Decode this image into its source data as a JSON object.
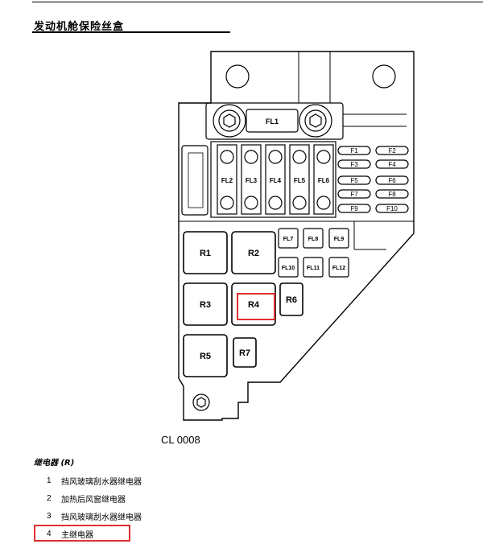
{
  "section_title": "发动机舱保险丝盒",
  "caption": "CL 0008",
  "legend_heading": "继电器 (R)",
  "fuses": {
    "FL1": "FL1",
    "FL2": "FL2",
    "FL3": "FL3",
    "FL4": "FL4",
    "FL5": "FL5",
    "FL6": "FL6",
    "FL7": "FL7",
    "FL8": "FL8",
    "FL9": "FL9",
    "FL10": "FL10",
    "FL11": "FL11",
    "FL12": "FL12",
    "F1": "F1",
    "F2": "F2",
    "F3": "F3",
    "F4": "F4",
    "F5": "F5",
    "F6": "F6",
    "F7": "F7",
    "F8": "F8",
    "F9": "F9",
    "F10": "F10"
  },
  "relays": {
    "R1": "R1",
    "R2": "R2",
    "R3": "R3",
    "R4": "R4",
    "R5": "R5",
    "R6": "R6",
    "R7": "R7"
  },
  "legend": [
    {
      "num": "1",
      "label": "挡风玻璃刮水器继电器"
    },
    {
      "num": "2",
      "label": "加热后风窗继电器"
    },
    {
      "num": "3",
      "label": "挡风玻璃刮水器继电器"
    },
    {
      "num": "4",
      "label": "主继电器"
    }
  ],
  "highlight_color": "#e03030"
}
